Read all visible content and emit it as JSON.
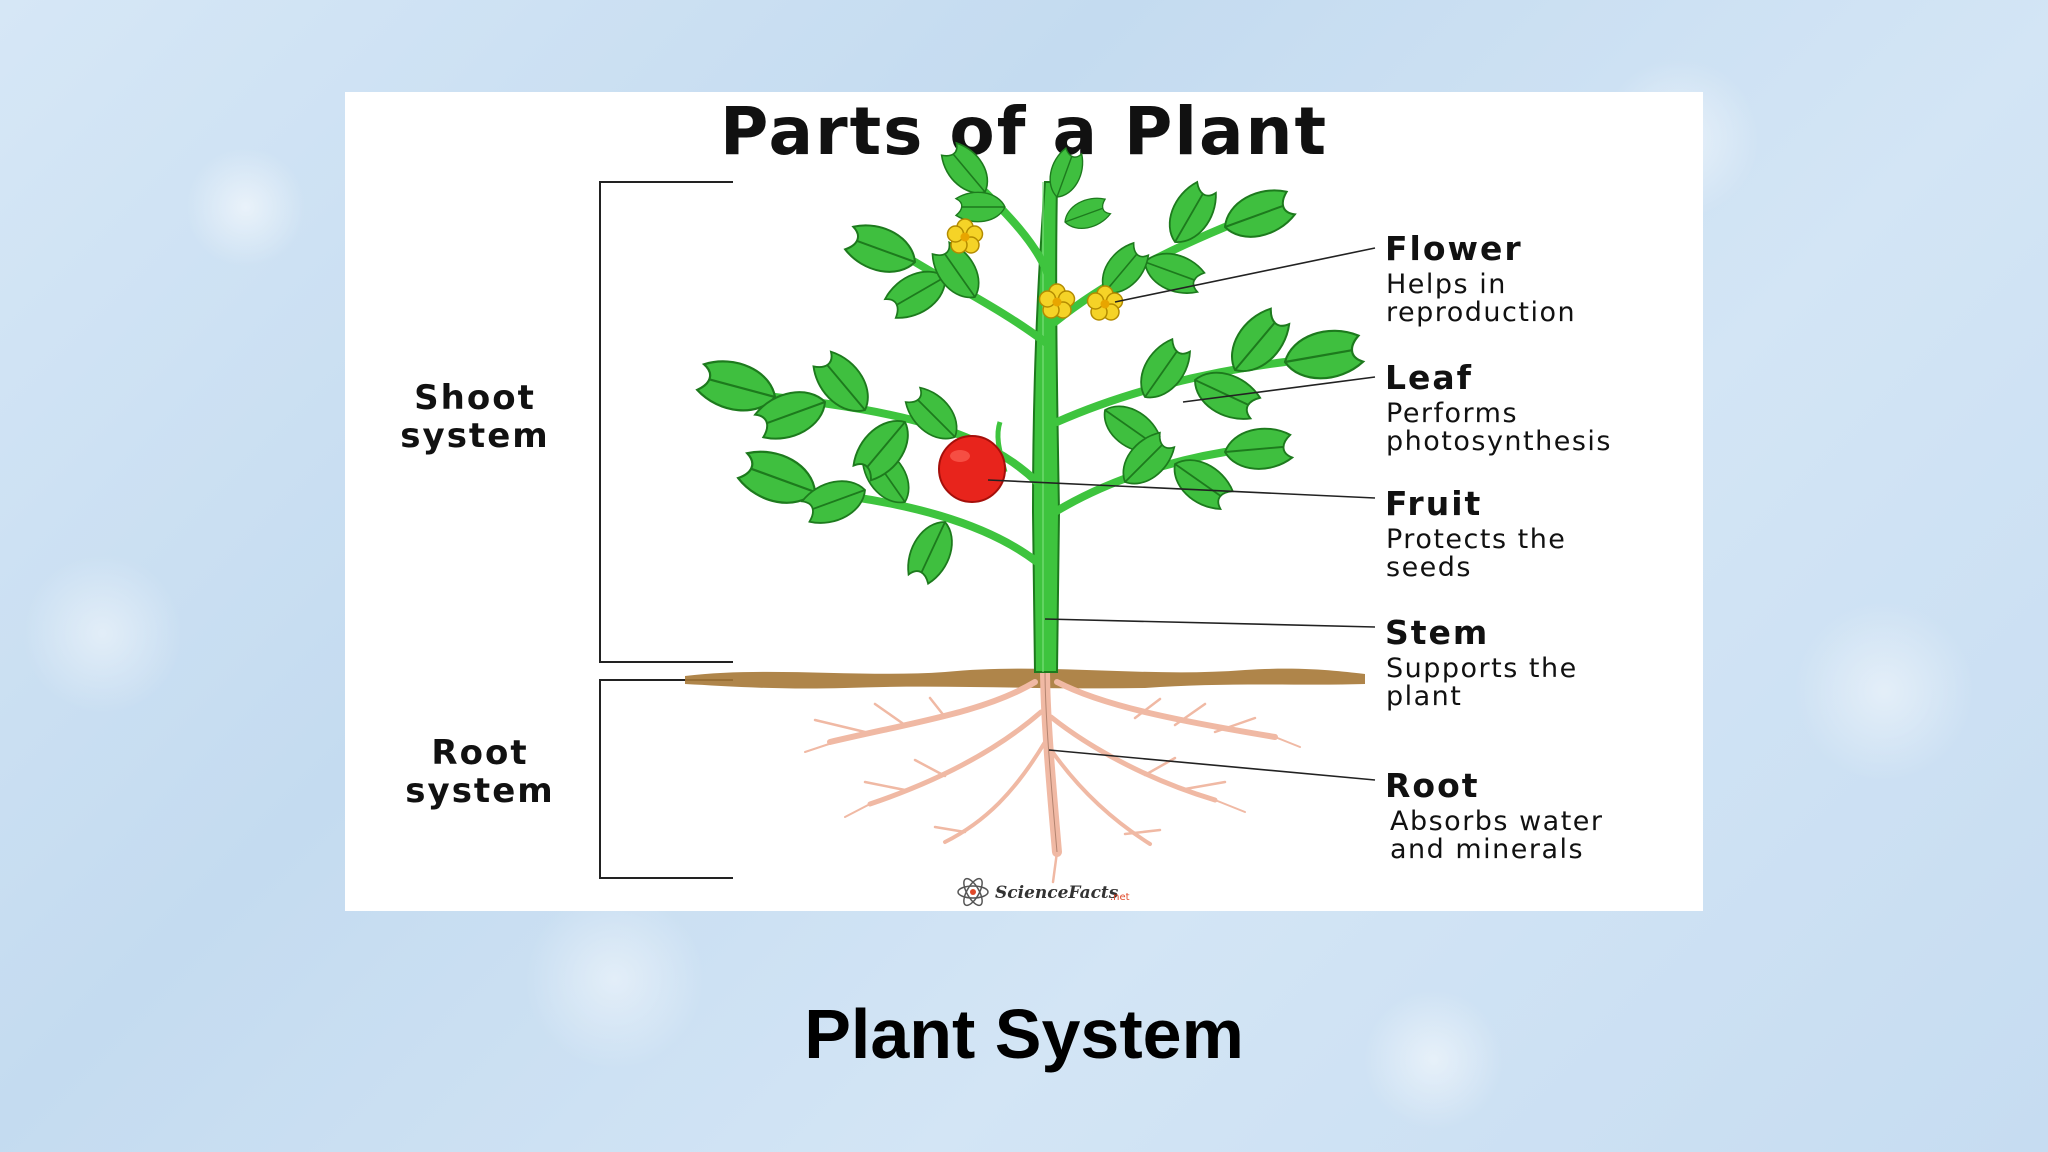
{
  "slide": {
    "title": "Plant System",
    "background_color": "#cfe2f3"
  },
  "diagram": {
    "title": "Parts of a Plant",
    "shoot_label": [
      "Shoot",
      "system"
    ],
    "root_label": [
      "Root",
      "system"
    ],
    "parts": [
      {
        "name": "Flower",
        "desc": [
          "Helps in",
          "reproduction"
        ]
      },
      {
        "name": "Leaf",
        "desc": [
          "Performs",
          "photosynthesis"
        ]
      },
      {
        "name": "Fruit",
        "desc": [
          "Protects the",
          "seeds"
        ]
      },
      {
        "name": "Stem",
        "desc": [
          "Supports the",
          "plant"
        ]
      },
      {
        "name": "Root",
        "desc": [
          "Absorbs water",
          "and minerals"
        ]
      }
    ],
    "logo": {
      "text": "ScienceFacts",
      "suffix": ".net"
    },
    "colors": {
      "leaf": "#3fbf3f",
      "stem": "#3ec43e",
      "fruit": "#e8241c",
      "flower": "#f5d327",
      "root": "#f0b9a4",
      "soil": "#a67836"
    }
  }
}
